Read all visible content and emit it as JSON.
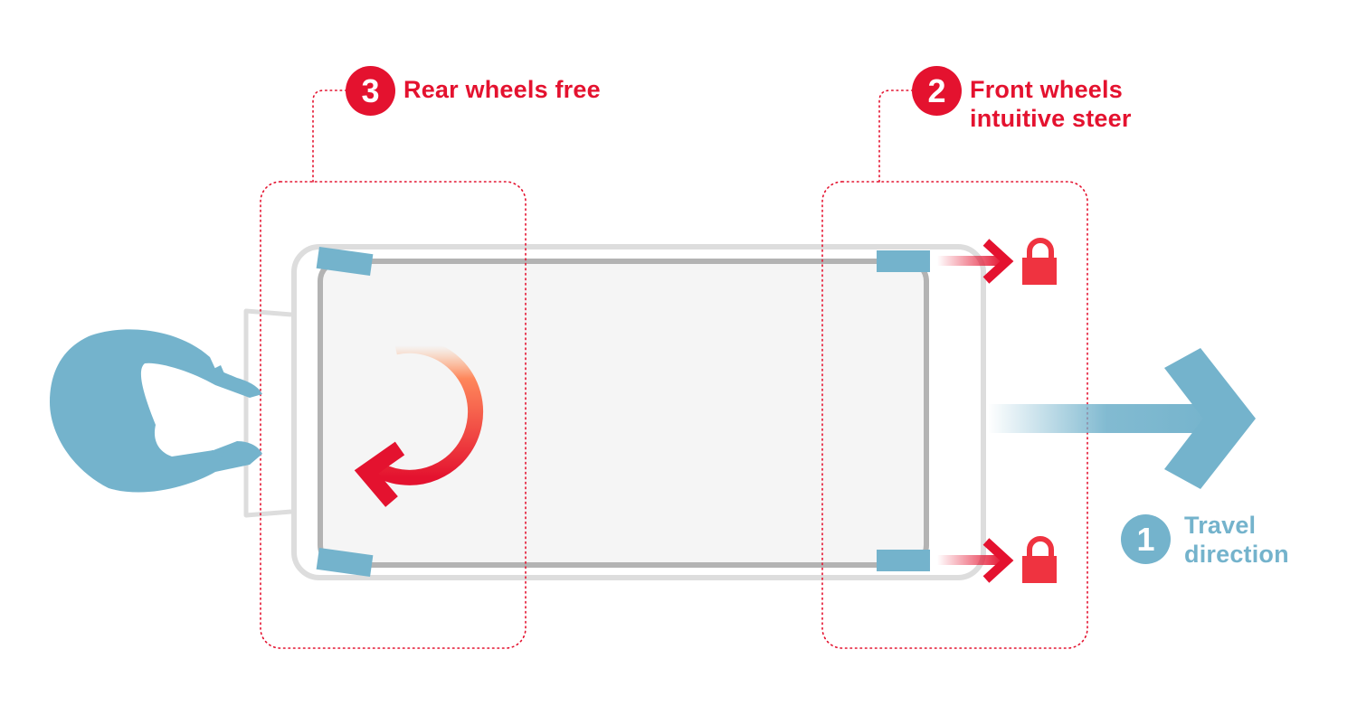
{
  "steps": [
    {
      "number": "1",
      "label_line1": "Travel",
      "label_line2": "direction"
    },
    {
      "number": "2",
      "label_line1": "Front wheels",
      "label_line2": "intuitive steer"
    },
    {
      "number": "3",
      "label_line1": "Rear wheels free"
    }
  ],
  "colors": {
    "accent_red": "#e4122f",
    "accent_blue": "#74b3cc",
    "lock_red": "#ef3340",
    "bed_outline": "#dddddd",
    "mattress_border": "#b3b3b3",
    "mattress_fill": "#f5f5f5"
  },
  "icons": {
    "operator": "person-top-view-icon",
    "lock": "padlock-icon",
    "direction": "arrow-right-icon",
    "rotation": "rotate-arrow-icon"
  }
}
